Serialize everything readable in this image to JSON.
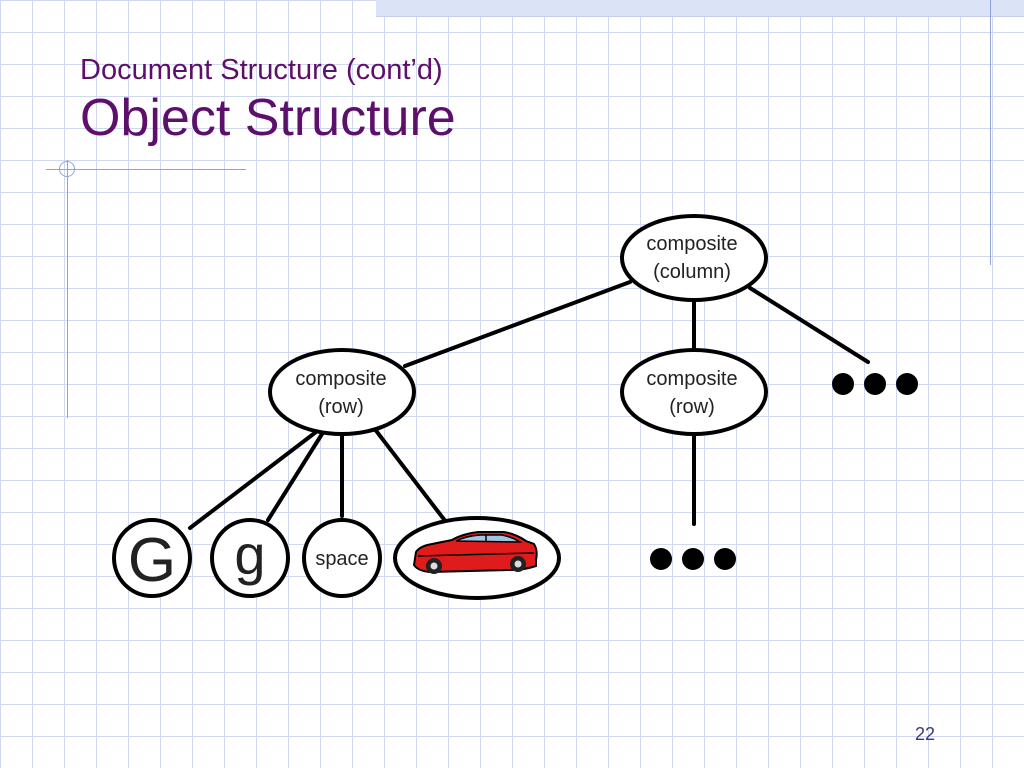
{
  "slide": {
    "subtitle": "Document Structure (cont’d)",
    "title": "Object Structure",
    "page_number": "22"
  },
  "diagram": {
    "root": {
      "line1": "composite",
      "line2": "(column)"
    },
    "row_left": {
      "line1": "composite",
      "line2": "(row)"
    },
    "row_right": {
      "line1": "composite",
      "line2": "(row)"
    },
    "leaf_big_g": "G",
    "leaf_small_g": "g",
    "leaf_space": "space",
    "leaf_image": "car-image"
  }
}
